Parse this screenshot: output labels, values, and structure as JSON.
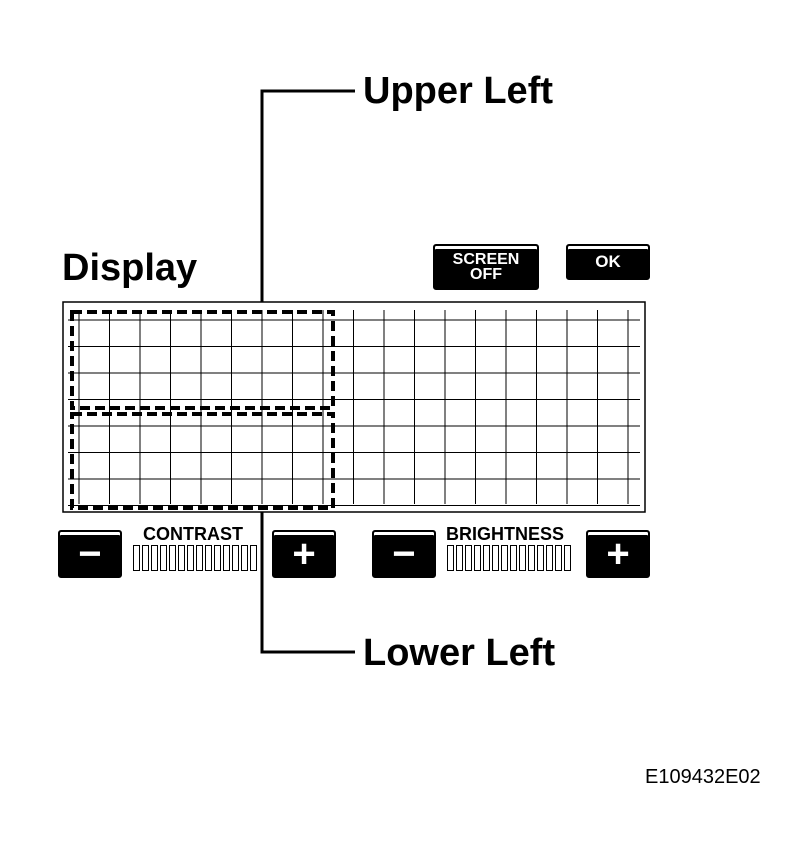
{
  "callouts": {
    "upper_left": "Upper Left",
    "lower_left": "Lower Left"
  },
  "panel": {
    "title": "Display",
    "screen_off_line1": "SCREEN",
    "screen_off_line2": "OFF",
    "ok_label": "OK",
    "contrast_label": "CONTRAST",
    "brightness_label": "BRIGHTNESS",
    "minus_symbol": "−",
    "plus_symbol": "+"
  },
  "figure_id": "E109432E02"
}
